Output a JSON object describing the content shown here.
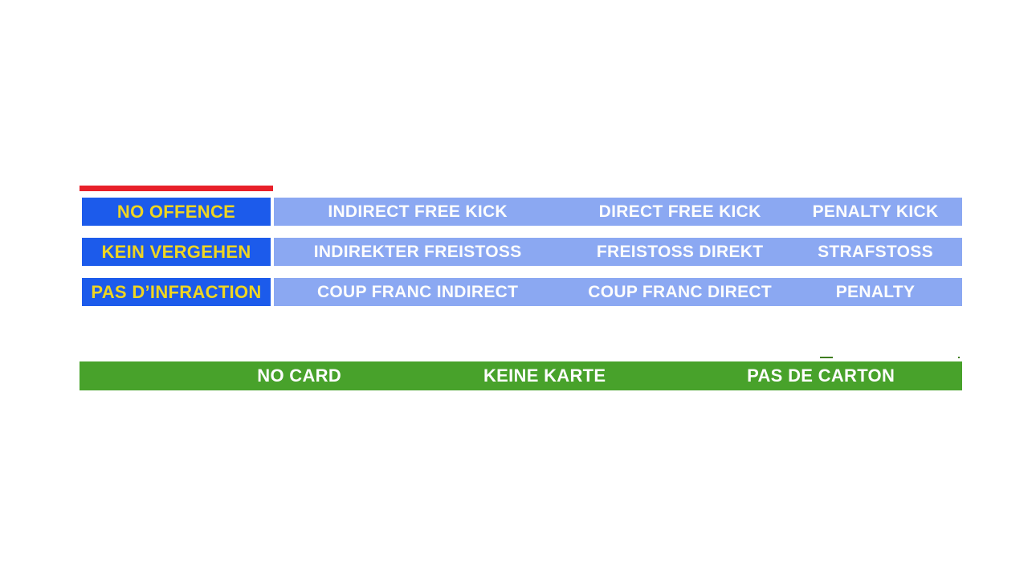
{
  "colors": {
    "dark_blue": "#1C5BEB",
    "light_blue": "#8BA8F2",
    "red": "#E8202A",
    "green": "#48A22B",
    "dark_green": "#3E7D1E",
    "yellow": "#EFD521",
    "text_white": "#FDFDFD"
  },
  "offence_table": {
    "rows": [
      {
        "lang": "english",
        "no_offence": "NO OFFENCE",
        "cells": [
          "INDIRECT FREE KICK",
          "DIRECT FREE KICK",
          "PENALTY KICK"
        ]
      },
      {
        "lang": "german",
        "no_offence": "KEIN VERGEHEN",
        "cells": [
          "INDIREKTER FREISTOSS",
          "FREISTOSS DIREKT",
          "STRAFSTOSS"
        ]
      },
      {
        "lang": "french",
        "no_offence": "PAS D’INFRACTION",
        "cells": [
          "COUP FRANC INDIRECT",
          "COUP FRANC DIRECT",
          "PENALTY"
        ]
      }
    ]
  },
  "card_bar": {
    "labels": [
      "NO CARD",
      "KEINE KARTE",
      "PAS DE CARTON"
    ]
  }
}
